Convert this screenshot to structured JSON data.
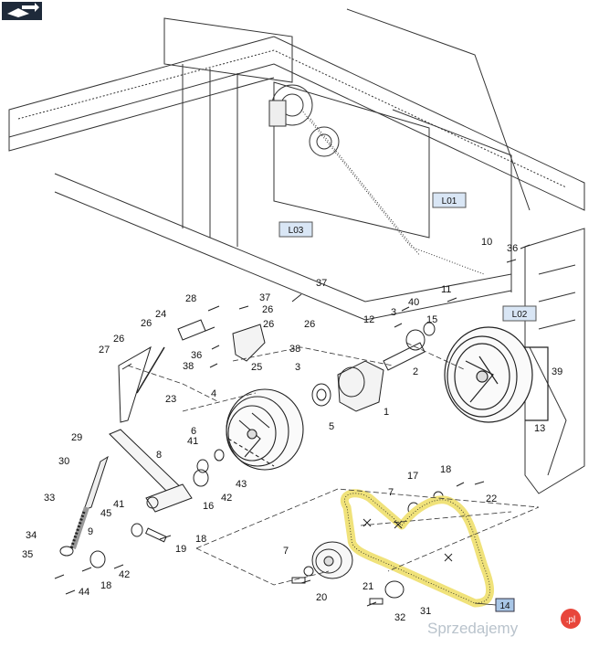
{
  "nav_badge": {
    "icon": "book-arrow-icon"
  },
  "refs": {
    "l01": "L01",
    "l02": "L02",
    "l03": "L03"
  },
  "highlighted_part": "14",
  "part_labels": [
    "1",
    "2",
    "3",
    "4",
    "5",
    "6",
    "7",
    "8",
    "9",
    "10",
    "11",
    "12",
    "13",
    "15",
    "16",
    "17",
    "18",
    "19",
    "20",
    "21",
    "22",
    "23",
    "24",
    "25",
    "26",
    "27",
    "28",
    "29",
    "30",
    "31",
    "32",
    "33",
    "34",
    "35",
    "36",
    "37",
    "38",
    "39",
    "40",
    "41",
    "42",
    "43",
    "44",
    "45"
  ],
  "watermark": {
    "text": "Sprzedajemy",
    "suffix": ".pl"
  },
  "colors": {
    "belt": "#f0e27a",
    "highlight_box": "#a8c6e6",
    "badge": "#1e2a3a",
    "line": "#222222"
  }
}
